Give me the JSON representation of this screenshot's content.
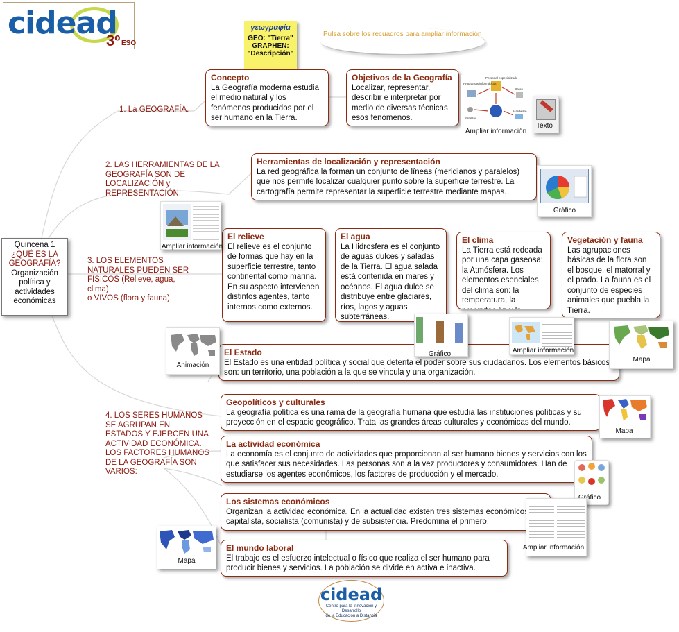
{
  "logo": {
    "word": "cidead",
    "grade": "3º",
    "level": "ESO"
  },
  "postit": {
    "greek": "γεωγραφία",
    "line1": "GEO: \"Tierra\"",
    "line2": "GRAPHEN:",
    "line3": "\"Descripción\""
  },
  "hint": "Pulsa sobre los recuadros para ampliar información",
  "center": {
    "line1": "Quincena 1",
    "line2": "¿QUÉ ES LA GEOGRAFÍA?",
    "line3": "Organización política y actividades económicas"
  },
  "branches": {
    "b1": "1. La GEOGRAFÍA.",
    "b2": "2. LAS HERRAMIENTAS DE LA GEOGRAFÍA SON DE LOCALIZACIÓN y REPRESENTACIÓN.",
    "b3a": "3. LOS ELEMENTOS NATURALES PUEDEN SER FÍSICOS (Relieve, agua, clima)",
    "b3b": "o VIVOS (flora y fauna).",
    "b4": "4. LOS SERES HUMANOS SE AGRUPAN EN ESTADOS Y EJERCEN UNA ACTIVIDAD ECONÓMICA. LOS FACTORES HUMANOS DE LA GEOGRAFÍA SON VARIOS:"
  },
  "boxes": {
    "concepto": {
      "title": "Concepto",
      "text": "La Geografía moderna estudia el medio natural y los fenómenos producidos por el ser humano en la Tierra."
    },
    "objetivos": {
      "title": "Objetivos de la Geografía",
      "text": "Localizar, representar, describir e interpretar por medio de diversas técnicas esos fenómenos."
    },
    "herramientas": {
      "title": "Herramientas de localización y representación",
      "text": "La red geográfica la forman un conjunto de líneas (meridianos y paralelos) que nos permite localizar cualquier punto sobre la superficie terrestre. La cartografía permite representar la superficie terrestre mediante mapas."
    },
    "relieve": {
      "title": "El relieve",
      "text": "El relieve es el conjunto de formas que hay en la superficie terrestre, tanto continental como marina. En su aspecto intervienen distintos agentes, tanto internos como externos."
    },
    "agua": {
      "title": "El agua",
      "text": "La Hidrosfera es el conjunto de aguas dulces y saladas de la Tierra. El agua salada está contenida en mares y océanos. El agua dulce se distribuye entre glaciares, ríos, lagos y aguas subterráneas."
    },
    "clima": {
      "title": "El clima",
      "text": "La Tierra está rodeada por una capa gaseosa: la Atmósfera. Los elementos esenciales del clima son: la temperatura, la precipitación y la presión atmosférica."
    },
    "vegetacion": {
      "title": "Vegetación y fauna",
      "text": "Las agrupaciones básicas de la flora son el bosque, el matorral y el prado. La fauna es el conjunto de especies animales que puebla la Tierra."
    },
    "estado": {
      "title": "El Estado",
      "text": "El Estado es una entidad política y social que detenta el poder sobre sus ciudadanos. Los elementos básicos son: un territorio, una población a la que se vincula y una organización."
    },
    "geopoliticos": {
      "title": "Geopolíticos y culturales",
      "text": "La geografía política es una rama de la geografía humana que estudia las instituciones políticas y su proyección en el espacio geográfico. Trata las grandes áreas culturales y económicas del mundo."
    },
    "actividad": {
      "title": "La actividad económica",
      "text": "La economía es el conjunto de actividades que proporcionan al ser humano bienes y servicios con los que satisfacer sus necesidades. Las personas son a la vez productores y consumidores. Han de estudiarse los agentes económicos, los factores de producción y el mercado."
    },
    "sistemas": {
      "title": "Los sistemas económicos",
      "text": "Organizan la actividad económica. En la actualidad existen tres sistemas económicos: capitalista, socialista (comunista) y de subsistencia. Predomina el primero."
    },
    "laboral": {
      "title": "El mundo laboral",
      "text": "El trabajo es el esfuerzo intelectual o físico que realiza el ser humano para producir bienes y servicios. La población se divide en activa e inactiva."
    }
  },
  "captions": {
    "ampliar1": "Ampliar información",
    "texto": "Texto",
    "grafico1": "Gráfico",
    "ampliar2": "Ampliar información",
    "animacion": "Animación",
    "grafico2": "Gráfico",
    "ampliar3": "Ampliar información",
    "mapa1": "Mapa",
    "mapa2": "Mapa",
    "grafico3": "Gráfico",
    "ampliar4": "Ampliar información",
    "mapa3": "Mapa"
  },
  "diagram_labels": [
    "Personal especializado",
    "Programas informáticos",
    "Datos",
    "Satélites",
    "Hardware"
  ],
  "bottom_logo": {
    "word": "cidead",
    "sub1": "Centro para la Innovación y Desarrollo",
    "sub2": "de la Educación a Distancia"
  },
  "colors": {
    "branch": "#8a1a10",
    "box_border": "#8a2a10",
    "postit": "#f7f26a",
    "logo_blue": "#1b5ea8",
    "logo_green": "#c7d84a",
    "hint": "#d8a033"
  }
}
